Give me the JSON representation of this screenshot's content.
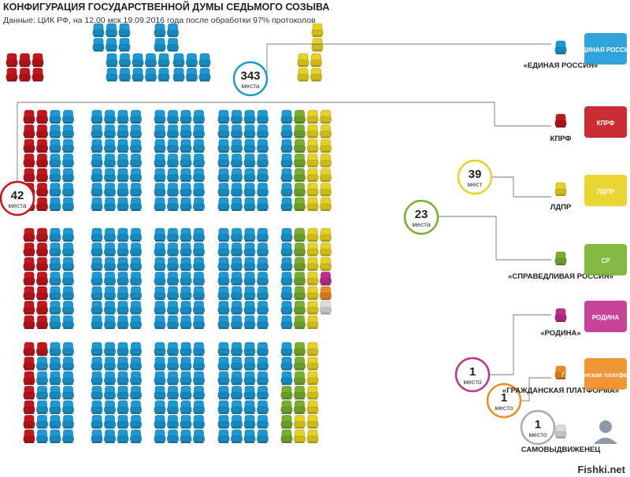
{
  "title": "КОНФИГУРАЦИЯ ГОСУДАРСТВЕННОЙ ДУМЫ СЕДЬМОГО СОЗЫВА",
  "subtitle": "Данные: ЦИК РФ, на 12.00 мск 19.09.2016 года после обработки 97% протоколов",
  "watermark": "Fishki.net",
  "seat_unit_plural": "места",
  "chart_data": {
    "type": "seat_chart",
    "title": "КОНФИГУРАЦИЯ ГОСУДАРСТВЕННОЙ ДУМЫ СЕДЬМОГО СОЗЫВА",
    "series": [
      {
        "name": "«ЕДИНАЯ РОССИЯ»",
        "seats": 343,
        "count_label": "343",
        "unit_label": "места",
        "color": "#1a9ad6",
        "logo_text": "ЕДИНАЯ РОССИЯ"
      },
      {
        "name": "КПРФ",
        "seats": 42,
        "count_label": "42",
        "unit_label": "места",
        "color": "#c4161c",
        "logo_text": "КПРФ"
      },
      {
        "name": "ЛДПР",
        "seats": 39,
        "count_label": "39",
        "unit_label": "мест",
        "color": "#e8d21d",
        "logo_text": "ЛДПР"
      },
      {
        "name": "«СПРАВЕДЛИВАЯ РОССИЯ»",
        "seats": 23,
        "count_label": "23",
        "unit_label": "места",
        "color": "#78b02d",
        "logo_text": "СР"
      },
      {
        "name": "«РОДИНА»",
        "seats": 1,
        "count_label": "1",
        "unit_label": "место",
        "color": "#c12f8f",
        "logo_text": "РОДИНА"
      },
      {
        "name": "«ГРАЖДАНСКАЯ ПЛАТФОРМА»",
        "seats": 1,
        "count_label": "1",
        "unit_label": "место",
        "color": "#ef8a1f",
        "logo_text": "Гражданская платформа +Я"
      },
      {
        "name": "САМОВЫДВИЖЕНЕЦ",
        "seats": 1,
        "count_label": "1",
        "unit_label": "место",
        "color": "#dddddd",
        "logo_text": ""
      }
    ]
  }
}
